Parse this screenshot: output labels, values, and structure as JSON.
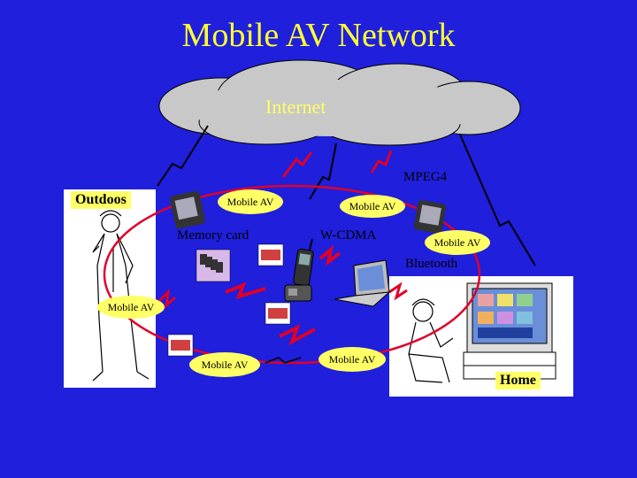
{
  "title": "Mobile AV Network",
  "cloud_label": "Internet",
  "places": {
    "outdoor": "Outdoos",
    "home": "Home"
  },
  "link_labels": {
    "mpeg4": "MPEG4",
    "memory_card": "Memory card",
    "wcdma": "W-CDMA",
    "bluetooth": "Bluetooth"
  },
  "node_label": "Mobile AV",
  "colors": {
    "background": "#1f1fdc",
    "title": "#ffff33",
    "bubble": "#ffff66",
    "cloud": "#c8c8c8",
    "lightning": "#e0002a",
    "ring": "#e0002a"
  }
}
